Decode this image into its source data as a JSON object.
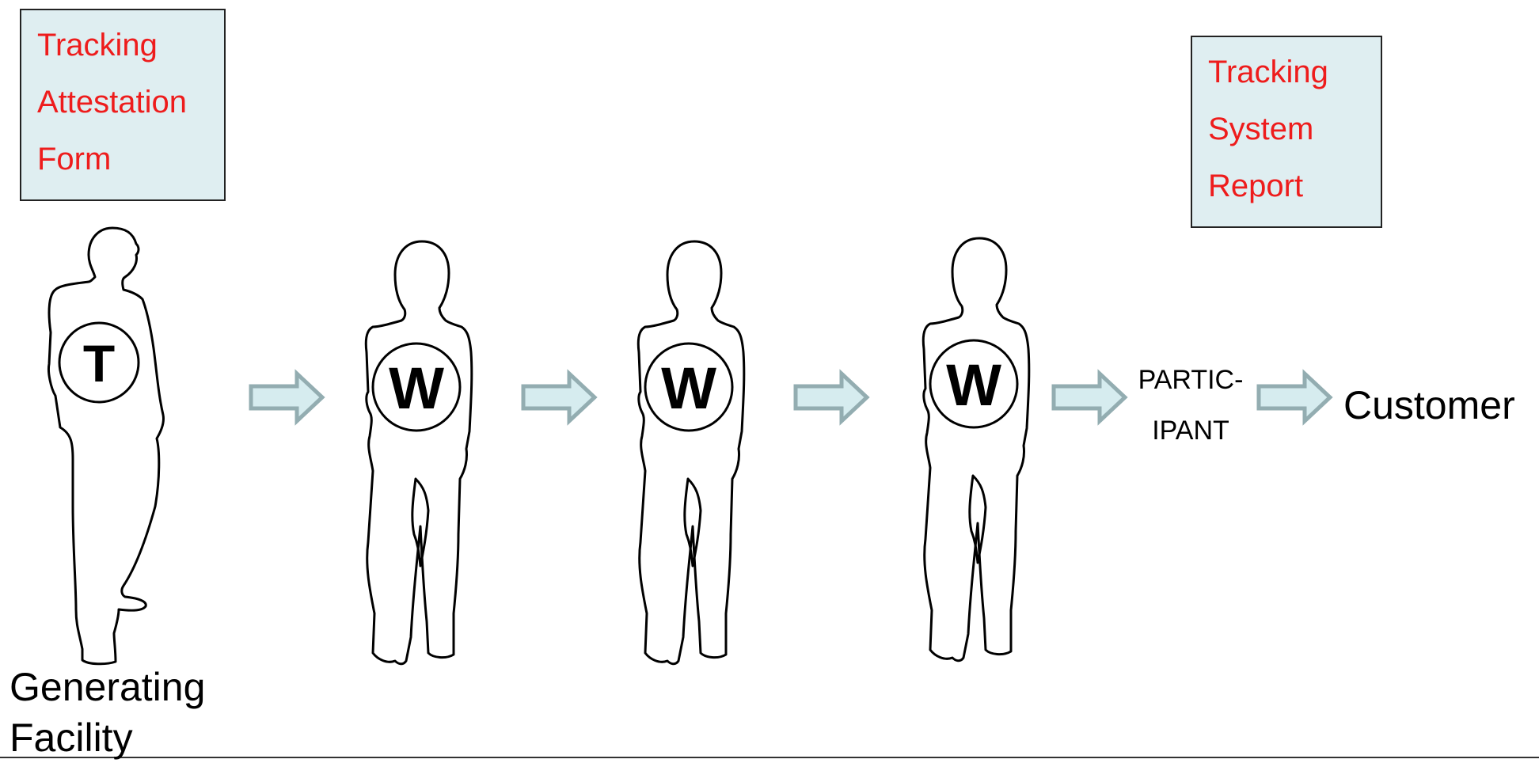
{
  "notes": {
    "attestation_form": [
      "Tracking",
      "Attestation",
      "Form"
    ],
    "system_report": [
      "Tracking",
      "System",
      "Report"
    ]
  },
  "badges": {
    "generator": "T",
    "wholesaler_1": "W",
    "wholesaler_2": "W",
    "wholesaler_3": "W"
  },
  "labels": {
    "generating_facility": [
      "Generating",
      "Facility"
    ],
    "participant": [
      "PARTIC-",
      "IPANT"
    ],
    "customer": "Customer"
  },
  "colors": {
    "note_fill": "#dfeef1",
    "note_text": "#ee1c1c",
    "arrow_fill": "#d6ecef",
    "arrow_stroke": "#93adb1"
  }
}
